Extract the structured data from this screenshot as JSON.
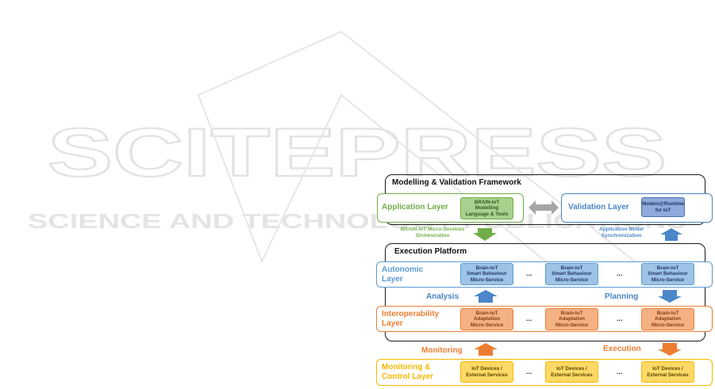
{
  "watermark": {
    "main": "SCITEPRESS",
    "sub": "SCIENCE AND TECHNOLOGY PUBLICATIONS"
  },
  "diagram": {
    "modelling_frame": {
      "title": "Modelling & Validation Framework",
      "application_layer": {
        "label": "Application Layer",
        "component": "BRAIN-IoT\nModelling\nLanguage & Tools"
      },
      "validation_layer": {
        "label": "Validation Layer",
        "component": "Models@Runtime\nfor IoT"
      }
    },
    "orchestration_note": "BRAIN-IoT Micro-Services\nOrchestration",
    "synchronization_note": "Application Model\nSynchronization",
    "execution_frame": {
      "title": "Execution Platform",
      "autonomic_layer": {
        "label": "Autonomic\nLayer",
        "services": [
          "Brain-IoT\nSmart Behaviour\nMicro-Service",
          "Brain-IoT\nSmart Behaviour\nMicro-Service",
          "Brain-IoT\nSmart Behaviour\nMicro-Service"
        ]
      },
      "interoperability_layer": {
        "label": "Interoperability\nLayer",
        "services": [
          "Brain-IoT\nAdaptation\nMicro-Service",
          "Brain-IoT\nAdaptation\nMicro-Service",
          "Brain-IoT\nAdaptation\nMicro-Service"
        ]
      }
    },
    "ellipsis": "...",
    "analysis_label": "Analysis",
    "planning_label": "Planning",
    "monitoring_label": "Monitoring",
    "execution_label": "Execution",
    "monitoring_control_layer": {
      "label": "Monitoring &\nControl Layer",
      "services": [
        "IoT Devices /\nExternal Services",
        "IoT Devices /\nExternal Services",
        "IoT Devices /\nExternal Services"
      ]
    },
    "colors": {
      "green": "#70ad47",
      "blue": "#4a86c8",
      "orange": "#ed7d31",
      "yellow": "#f5b800",
      "gray": "#a6a6a6"
    }
  }
}
